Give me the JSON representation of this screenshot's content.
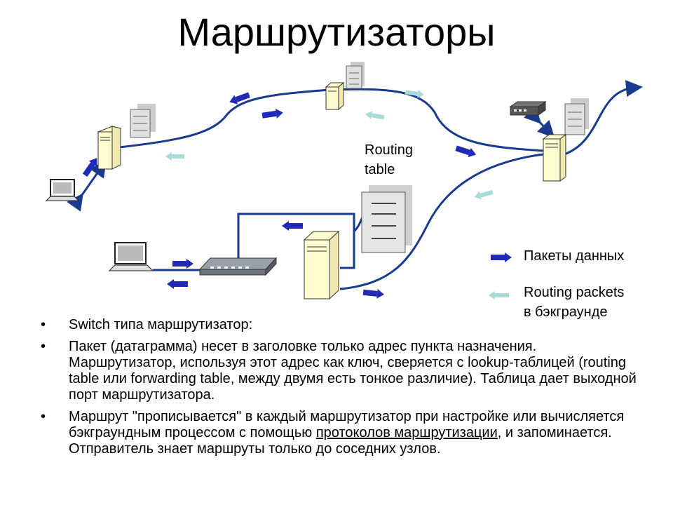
{
  "title": "Маршрутизаторы",
  "labels": {
    "routing_table": [
      "Routing",
      "table"
    ]
  },
  "legend": {
    "data_packets": "Пакеты данных",
    "routing_packets": [
      "Routing packets",
      "в бэкграунде"
    ]
  },
  "colors": {
    "data_packet": "#1f2bb8",
    "routing_packet": "#a8dcd8",
    "link": "#1a3a8f",
    "server": "#fffdd0"
  },
  "icons": [
    "server-icon",
    "laptop-icon",
    "switch-icon",
    "modem-icon",
    "routing-table-icon"
  ],
  "bullets": [
    {
      "bullet": "•",
      "text": "Switch типа маршрутизатор:"
    },
    {
      "bullet": "•",
      "text": "Пакет (датаграмма) несет в заголовке только адрес пункта назначения. Маршрутизатор, используя этот адрес как ключ, сверяется с lookup-таблицей (routing table или forwarding table, между двумя есть тонкое различие). Таблица дает выходной порт маршрутизатора."
    },
    {
      "bullet": "•",
      "before": "Маршрут \"прописывается\" в каждый маршрутизатор при настройке или вычисляется бэкграундным процессом с помощью ",
      "link": "протоколов маршрутизации",
      "after": ", и запоминается. Отправитель знает маршруты только до соседних узлов."
    }
  ]
}
